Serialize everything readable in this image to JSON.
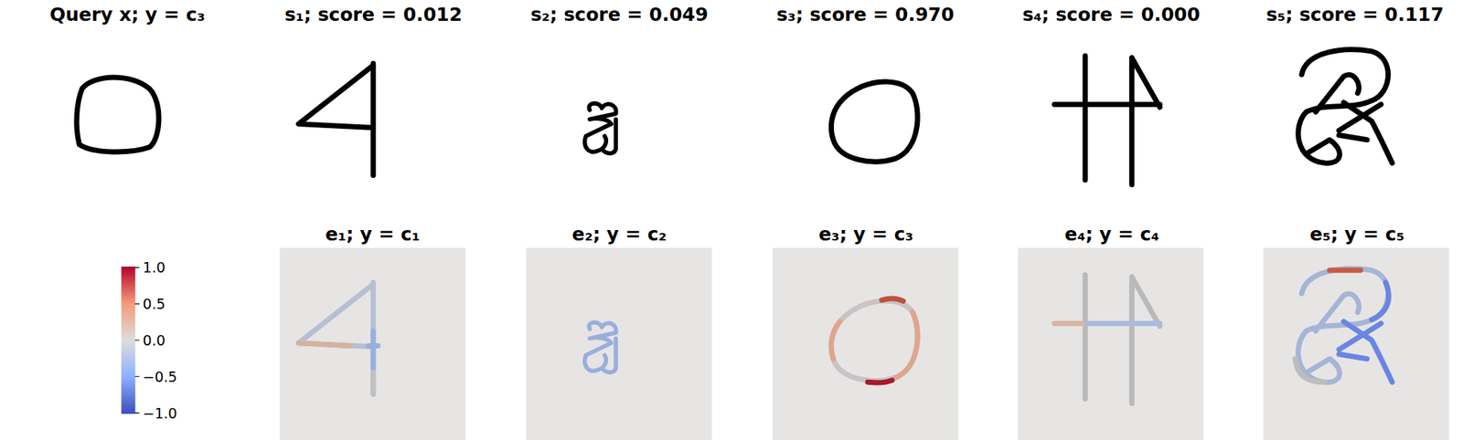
{
  "diagram": {
    "labels": [
      "Query x; y = c₃",
      "s₁; score = 0.012",
      "s₂; score = 0.049",
      "s₃; score = 0.970",
      "s₄; score = 0.000",
      "s₅; score = 0.117",
      "e₁; y = c₁",
      "e₂; y = c₂",
      "e₃; y = c₃",
      "e₄; y = c₄",
      "e₅; y = c₅",
      "1.0",
      "0.5",
      "0.0",
      "−0.5",
      "−1.0"
    ]
  }
}
